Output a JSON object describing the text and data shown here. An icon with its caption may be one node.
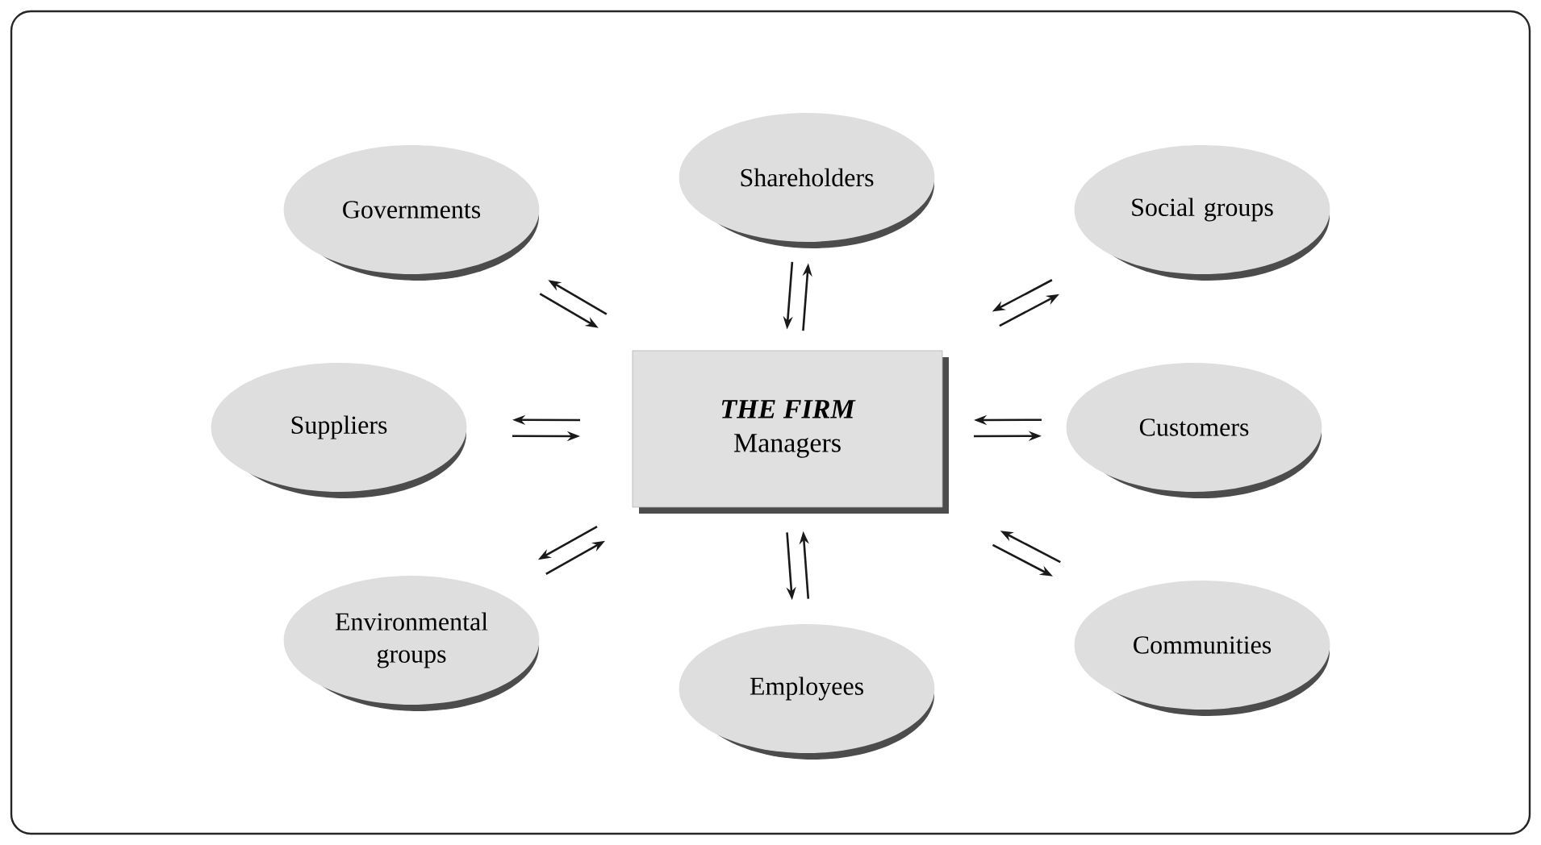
{
  "diagram": {
    "nodes": [
      {
        "text": [
          "Shareholders"
        ]
      },
      {
        "text": [
          "Governments"
        ]
      },
      {
        "text": [
          "Social groups"
        ]
      },
      {
        "text": [
          "THE FIRM",
          "Managers"
        ]
      },
      {
        "text": [
          "Suppliers"
        ]
      },
      {
        "text": [
          "Customers"
        ]
      },
      {
        "text": [
          "Environmental groups"
        ]
      },
      {
        "text": [
          "Communities"
        ]
      },
      {
        "text": [
          "Employees"
        ]
      }
    ],
    "edges": [
      {
        "from": 3,
        "to": 0,
        "arrow": "to"
      },
      {
        "from": 0,
        "to": 3,
        "arrow": "to"
      },
      {
        "from": 3,
        "to": 1,
        "arrow": "to"
      },
      {
        "from": 1,
        "to": 3,
        "arrow": "to"
      },
      {
        "from": 3,
        "to": 2,
        "arrow": "to"
      },
      {
        "from": 2,
        "to": 3,
        "arrow": "to"
      },
      {
        "from": 3,
        "to": 4,
        "arrow": "to"
      },
      {
        "from": 4,
        "to": 3,
        "arrow": "to"
      },
      {
        "from": 3,
        "to": 5,
        "arrow": "to"
      },
      {
        "from": 5,
        "to": 3,
        "arrow": "to"
      },
      {
        "from": 3,
        "to": 6,
        "arrow": "to"
      },
      {
        "from": 6,
        "to": 3,
        "arrow": "to"
      },
      {
        "from": 3,
        "to": 7,
        "arrow": "to"
      },
      {
        "from": 7,
        "to": 3,
        "arrow": "to"
      },
      {
        "from": 3,
        "to": 8,
        "arrow": "to"
      },
      {
        "from": 8,
        "to": 3,
        "arrow": "to"
      }
    ]
  }
}
